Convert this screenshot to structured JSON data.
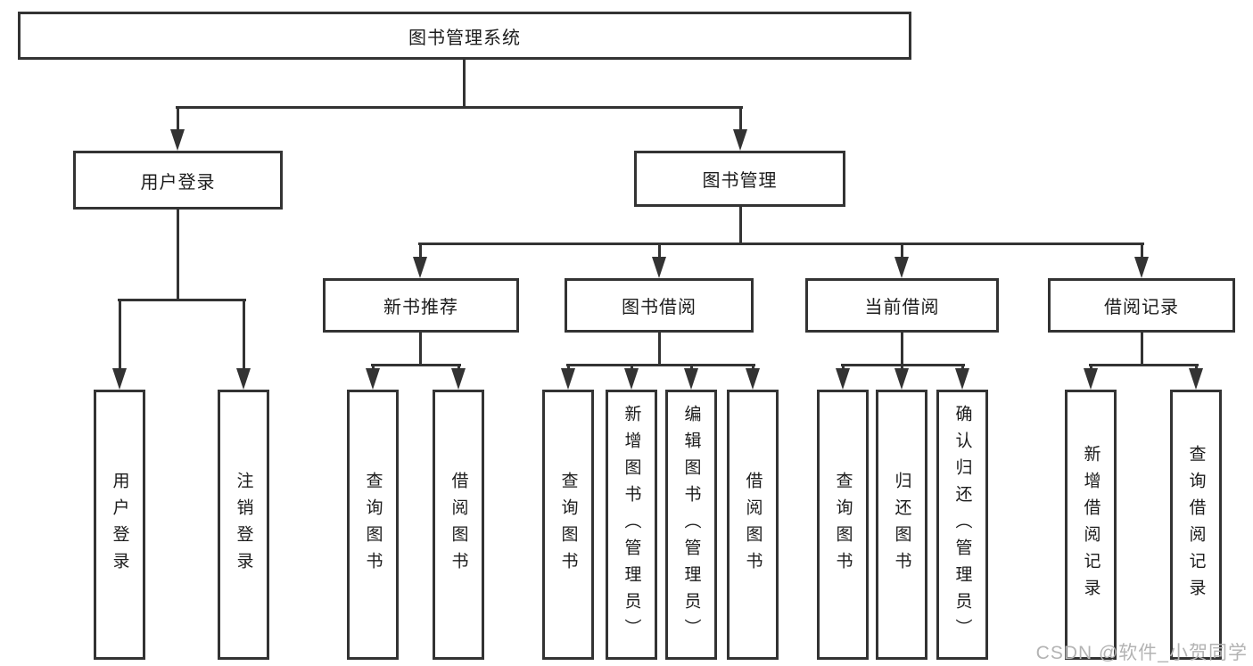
{
  "diagram": {
    "root": {
      "label": "图书管理系统"
    },
    "level2": [
      {
        "label": "用户登录"
      },
      {
        "label": "图书管理"
      }
    ],
    "level3": [
      {
        "label": "新书推荐"
      },
      {
        "label": "图书借阅"
      },
      {
        "label": "当前借阅"
      },
      {
        "label": "借阅记录"
      }
    ],
    "leaves": {
      "user_login": [
        {
          "label": "用户登录"
        },
        {
          "label": "注销登录"
        }
      ],
      "new_book": [
        {
          "label": "查询图书"
        },
        {
          "label": "借阅图书"
        }
      ],
      "book_borrow": [
        {
          "label": "查询图书"
        },
        {
          "label": "新增图书（管理员）"
        },
        {
          "label": "编辑图书（管理员）"
        },
        {
          "label": "借阅图书"
        }
      ],
      "current_borrow": [
        {
          "label": "查询图书"
        },
        {
          "label": "归还图书"
        },
        {
          "label": "确认归还（管理员）"
        }
      ],
      "borrow_record": [
        {
          "label": "新增借阅记录"
        },
        {
          "label": "查询借阅记录"
        }
      ]
    },
    "watermark": "CSDN @软件_小贺同学",
    "colors": {
      "line": "#333333",
      "text": "#1c1c1c",
      "watermark": "#b3b3b3",
      "background": "#ffffff"
    }
  }
}
